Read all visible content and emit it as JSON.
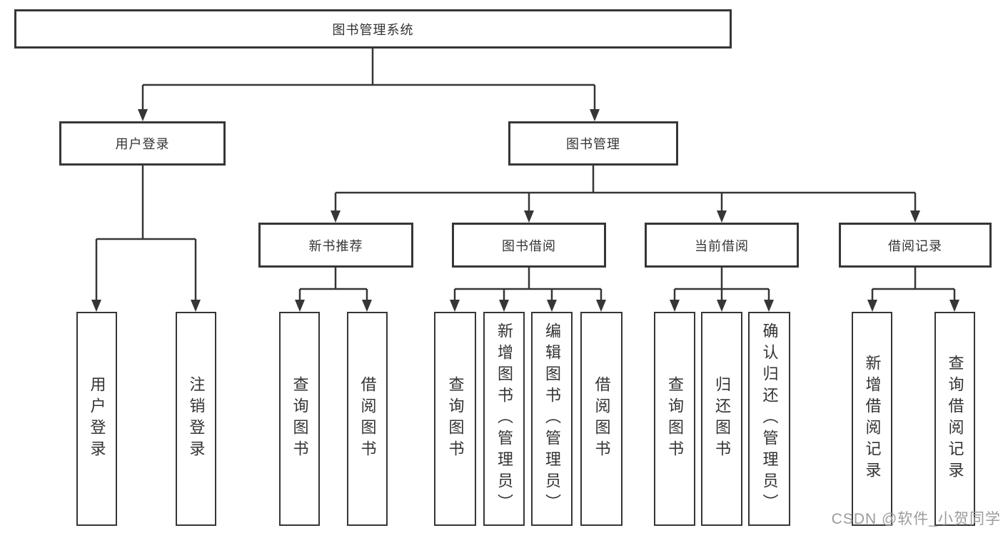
{
  "tree": {
    "root": {
      "label": "图书管理系统"
    },
    "branches": [
      {
        "label": "用户登录",
        "children": [
          {
            "label": "用户登录"
          },
          {
            "label": "注销登录"
          }
        ]
      },
      {
        "label": "图书管理",
        "children": [
          {
            "label": "新书推荐",
            "children": [
              {
                "label": "查询图书"
              },
              {
                "label": "借阅图书"
              }
            ]
          },
          {
            "label": "图书借阅",
            "children": [
              {
                "label": "查询图书"
              },
              {
                "label": "新增图书（管理员）"
              },
              {
                "label": "编辑图书（管理员）"
              },
              {
                "label": "借阅图书"
              }
            ]
          },
          {
            "label": "当前借阅",
            "children": [
              {
                "label": "查询图书"
              },
              {
                "label": "归还图书"
              },
              {
                "label": "确认归还（管理员）"
              }
            ]
          },
          {
            "label": "借阅记录",
            "children": [
              {
                "label": "新增借阅记录"
              },
              {
                "label": "查询借阅记录"
              }
            ]
          }
        ]
      }
    ]
  },
  "watermark": {
    "text": "CSDN @软件_小贺同学"
  },
  "colors": {
    "line": "#363636",
    "text": "#333333",
    "watermark": "#9c9c9c",
    "background": "#ffffff"
  }
}
